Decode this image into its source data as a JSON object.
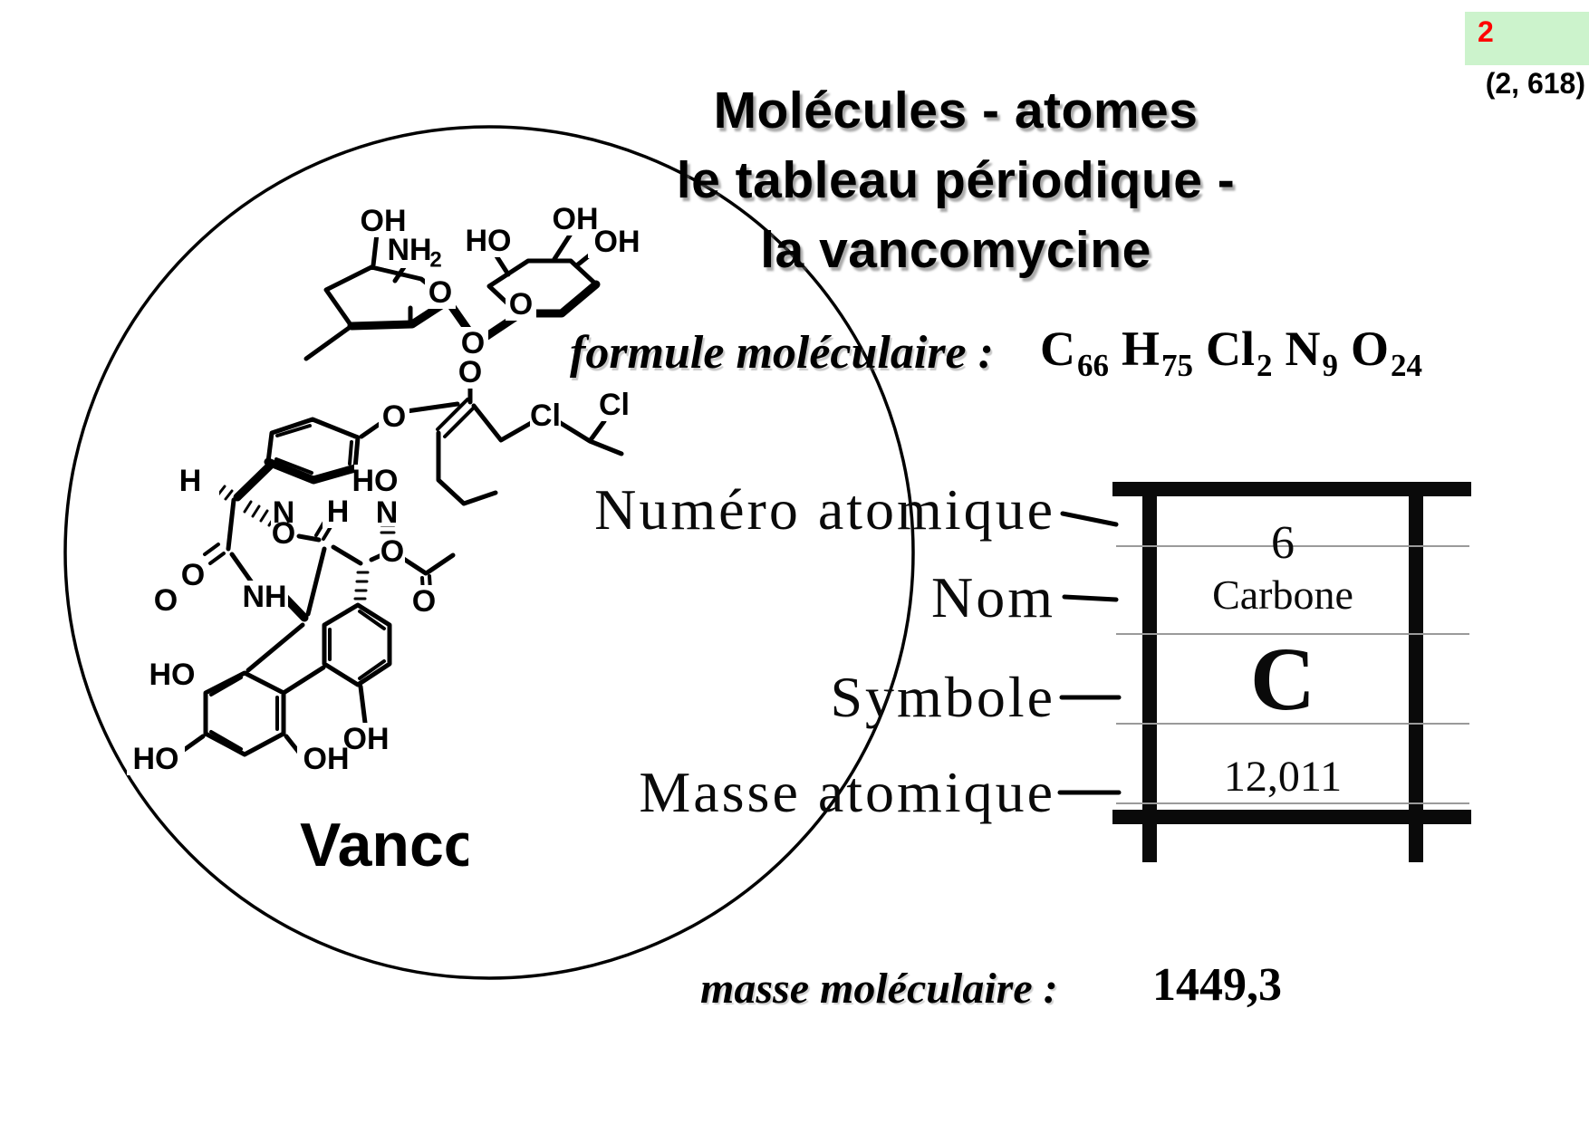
{
  "slide": {
    "page_badge": "2",
    "page_ref": "(2, 618)",
    "title_line1": "Molécules - atomes",
    "title_line2": "le tableau périodique -",
    "title_line3": "la vancomycine",
    "colors": {
      "badge_bg": "#ccf3cc",
      "badge_text": "#ff0000",
      "ink": "#000000"
    }
  },
  "formula_line": {
    "label": "formule moléculaire :",
    "parts": [
      {
        "symbol": "C",
        "sub": "66"
      },
      {
        "symbol": "H",
        "sub": "75"
      },
      {
        "symbol": "Cl",
        "sub": "2"
      },
      {
        "symbol": "N",
        "sub": "9"
      },
      {
        "symbol": "O",
        "sub": "24"
      }
    ]
  },
  "mass_line": {
    "label": "masse moléculaire :",
    "value": "1449,3"
  },
  "element_card": {
    "callouts": [
      {
        "label": "Numéro atomique"
      },
      {
        "label": "Nom"
      },
      {
        "label": "Symbole"
      },
      {
        "label": "Masse atomique"
      }
    ],
    "atomic_number": "6",
    "name": "Carbone",
    "symbol": "C",
    "atomic_mass": "12,011"
  },
  "molecule": {
    "caption": "Vanco",
    "atoms": [
      "OH",
      "NH",
      "2",
      "HO",
      "OH",
      "OH",
      "O",
      "O",
      "O",
      "O",
      "O",
      "Cl",
      "Cl",
      "HO",
      "H",
      "N",
      "O",
      "H",
      "N",
      "O",
      "O",
      "NH",
      "O",
      "HO",
      "HO",
      "OH",
      "OH"
    ]
  }
}
